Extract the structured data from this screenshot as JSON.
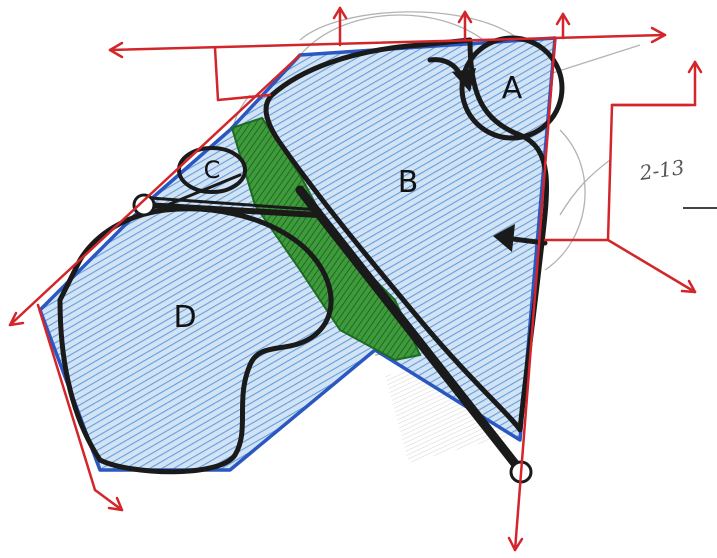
{
  "diagram": {
    "labels": {
      "area_a": "A",
      "area_b": "B",
      "area_c": "C",
      "area_d": "D",
      "side_note": "2-13"
    },
    "colors": {
      "boundary_arrows": "#d3262b",
      "site_outline": "#1f4fbf",
      "fill_blue": "#5f9ad8",
      "green_strip": "#2e8b32",
      "ink": "#1a1a1a",
      "pencil": "#9a9a9a"
    }
  }
}
